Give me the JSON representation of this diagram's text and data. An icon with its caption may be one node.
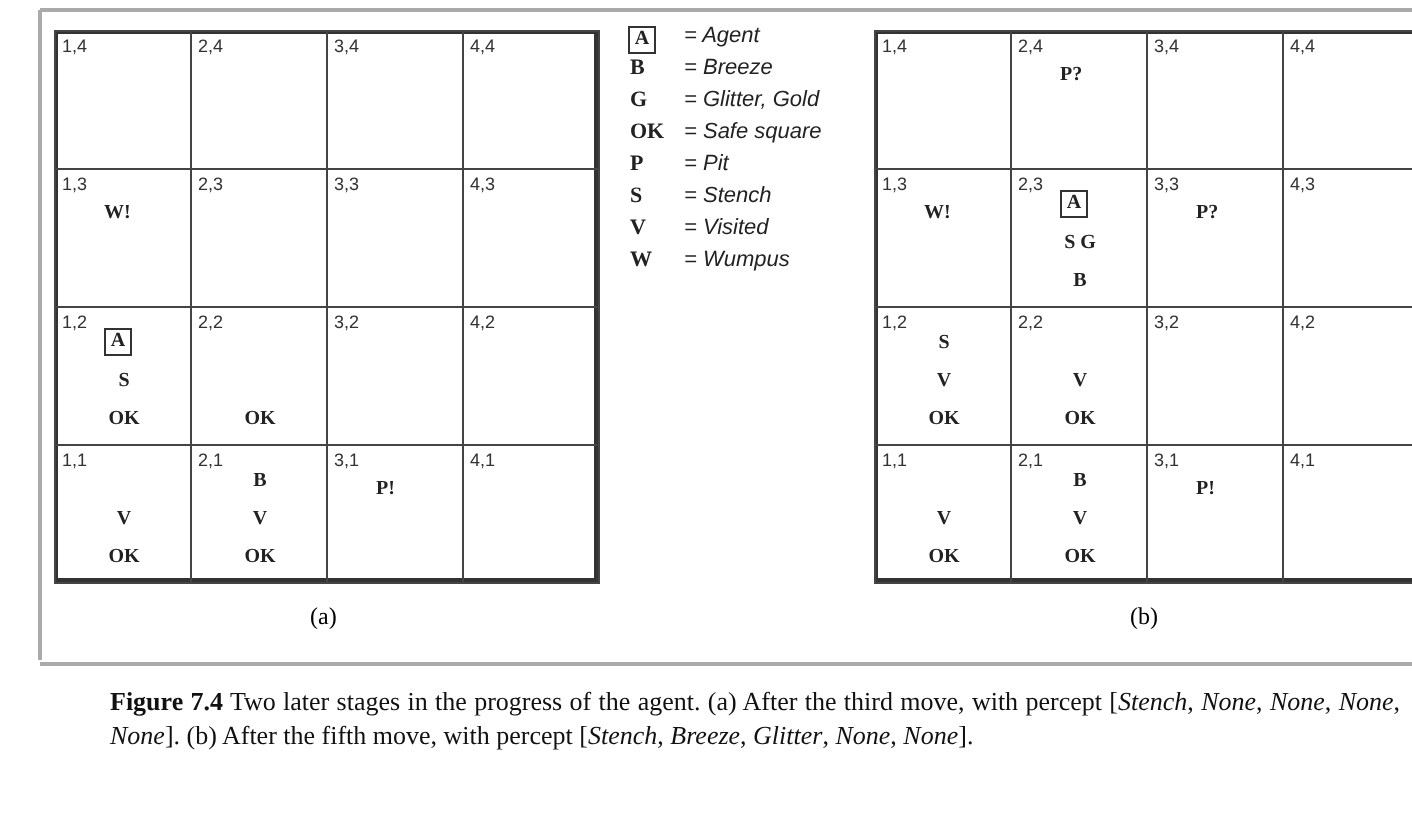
{
  "diagram": {
    "caption": "**Figure 7.4**  Two later stages in the progress of the agent. (a) After the third move, with percept [*Stench*, *None*, *None*, *None*, *None*]. (b) After the fifth move, with percept [*Stench*, *Breeze*, *Glitter*, *None*, *None*].",
    "nodes": [
      {
        "text": [],
        "shape": "box",
        "beside": [
          "(a)"
        ]
      },
      {
        "text": [
          "1,4"
        ],
        "in": 0
      },
      {
        "text": [
          "2,4"
        ],
        "in": 0
      },
      {
        "text": [
          "3,4"
        ],
        "in": 0
      },
      {
        "text": [
          "4,4"
        ],
        "in": 0
      },
      {
        "text": [
          "1,3",
          "W!"
        ],
        "in": 0
      },
      {
        "text": [
          "2,3"
        ],
        "in": 0
      },
      {
        "text": [
          "3,3"
        ],
        "in": 0
      },
      {
        "text": [
          "4,3"
        ],
        "in": 0
      },
      {
        "text": [
          "1,2",
          "S",
          "OK"
        ],
        "in": 0
      },
      {
        "text": [
          "A"
        ],
        "in": 9
      },
      {
        "text": [
          "2,2",
          "OK"
        ],
        "in": 0
      },
      {
        "text": [
          "3,2"
        ],
        "in": 0
      },
      {
        "text": [
          "4,2"
        ],
        "in": 0
      },
      {
        "text": [
          "1,1",
          "V",
          "OK"
        ],
        "in": 0
      },
      {
        "text": [
          "2,1",
          "B",
          "V",
          "OK"
        ],
        "in": 0
      },
      {
        "text": [
          "3,1",
          "P!"
        ],
        "in": 0
      },
      {
        "text": [
          "4,1"
        ],
        "in": 0
      },
      {
        "text": [
          "A"
        ]
      },
      {
        "text": [],
        "shape": "box",
        "beside": [
          "(b)"
        ]
      },
      {
        "text": [
          "1,4"
        ],
        "in": 19
      },
      {
        "text": [
          "2,4",
          "P?"
        ],
        "in": 19
      },
      {
        "text": [
          "3,4"
        ],
        "in": 19
      },
      {
        "text": [
          "4,4"
        ],
        "in": 19
      },
      {
        "text": [
          "1,3",
          "W!"
        ],
        "in": 19
      },
      {
        "text": [
          "2,3",
          "S G",
          "B"
        ],
        "in": 19
      },
      {
        "text": [
          "A"
        ],
        "in": 25
      },
      {
        "text": [
          "3,3",
          "P?"
        ],
        "in": 19
      },
      {
        "text": [
          "4,3"
        ],
        "in": 19
      },
      {
        "text": [
          "1,2",
          "S",
          "V",
          "OK"
        ],
        "in": 19
      },
      {
        "text": [
          "2,2",
          "V",
          "OK"
        ],
        "in": 19
      },
      {
        "text": [
          "3,2"
        ],
        "in": 19
      },
      {
        "text": [
          "4,2"
        ],
        "in": 19
      },
      {
        "text": [
          "1,1",
          "V",
          "OK"
        ],
        "in": 19
      },
      {
        "text": [
          "2,1",
          "B",
          "V",
          "OK"
        ],
        "in": 19
      },
      {
        "text": [
          "3,1",
          "P!"
        ],
        "in": 19
      },
      {
        "text": [
          "4,1"
        ],
        "in": 19
      }
    ],
    "labels": [
      "= Agent",
      "B",
      "= Breeze",
      "G",
      "= Glitter, Gold",
      "OK",
      "= Safe square",
      "P",
      "= Pit",
      "S",
      "= Stench",
      "V",
      "= Visited",
      "W",
      "= Wumpus"
    ]
  }
}
